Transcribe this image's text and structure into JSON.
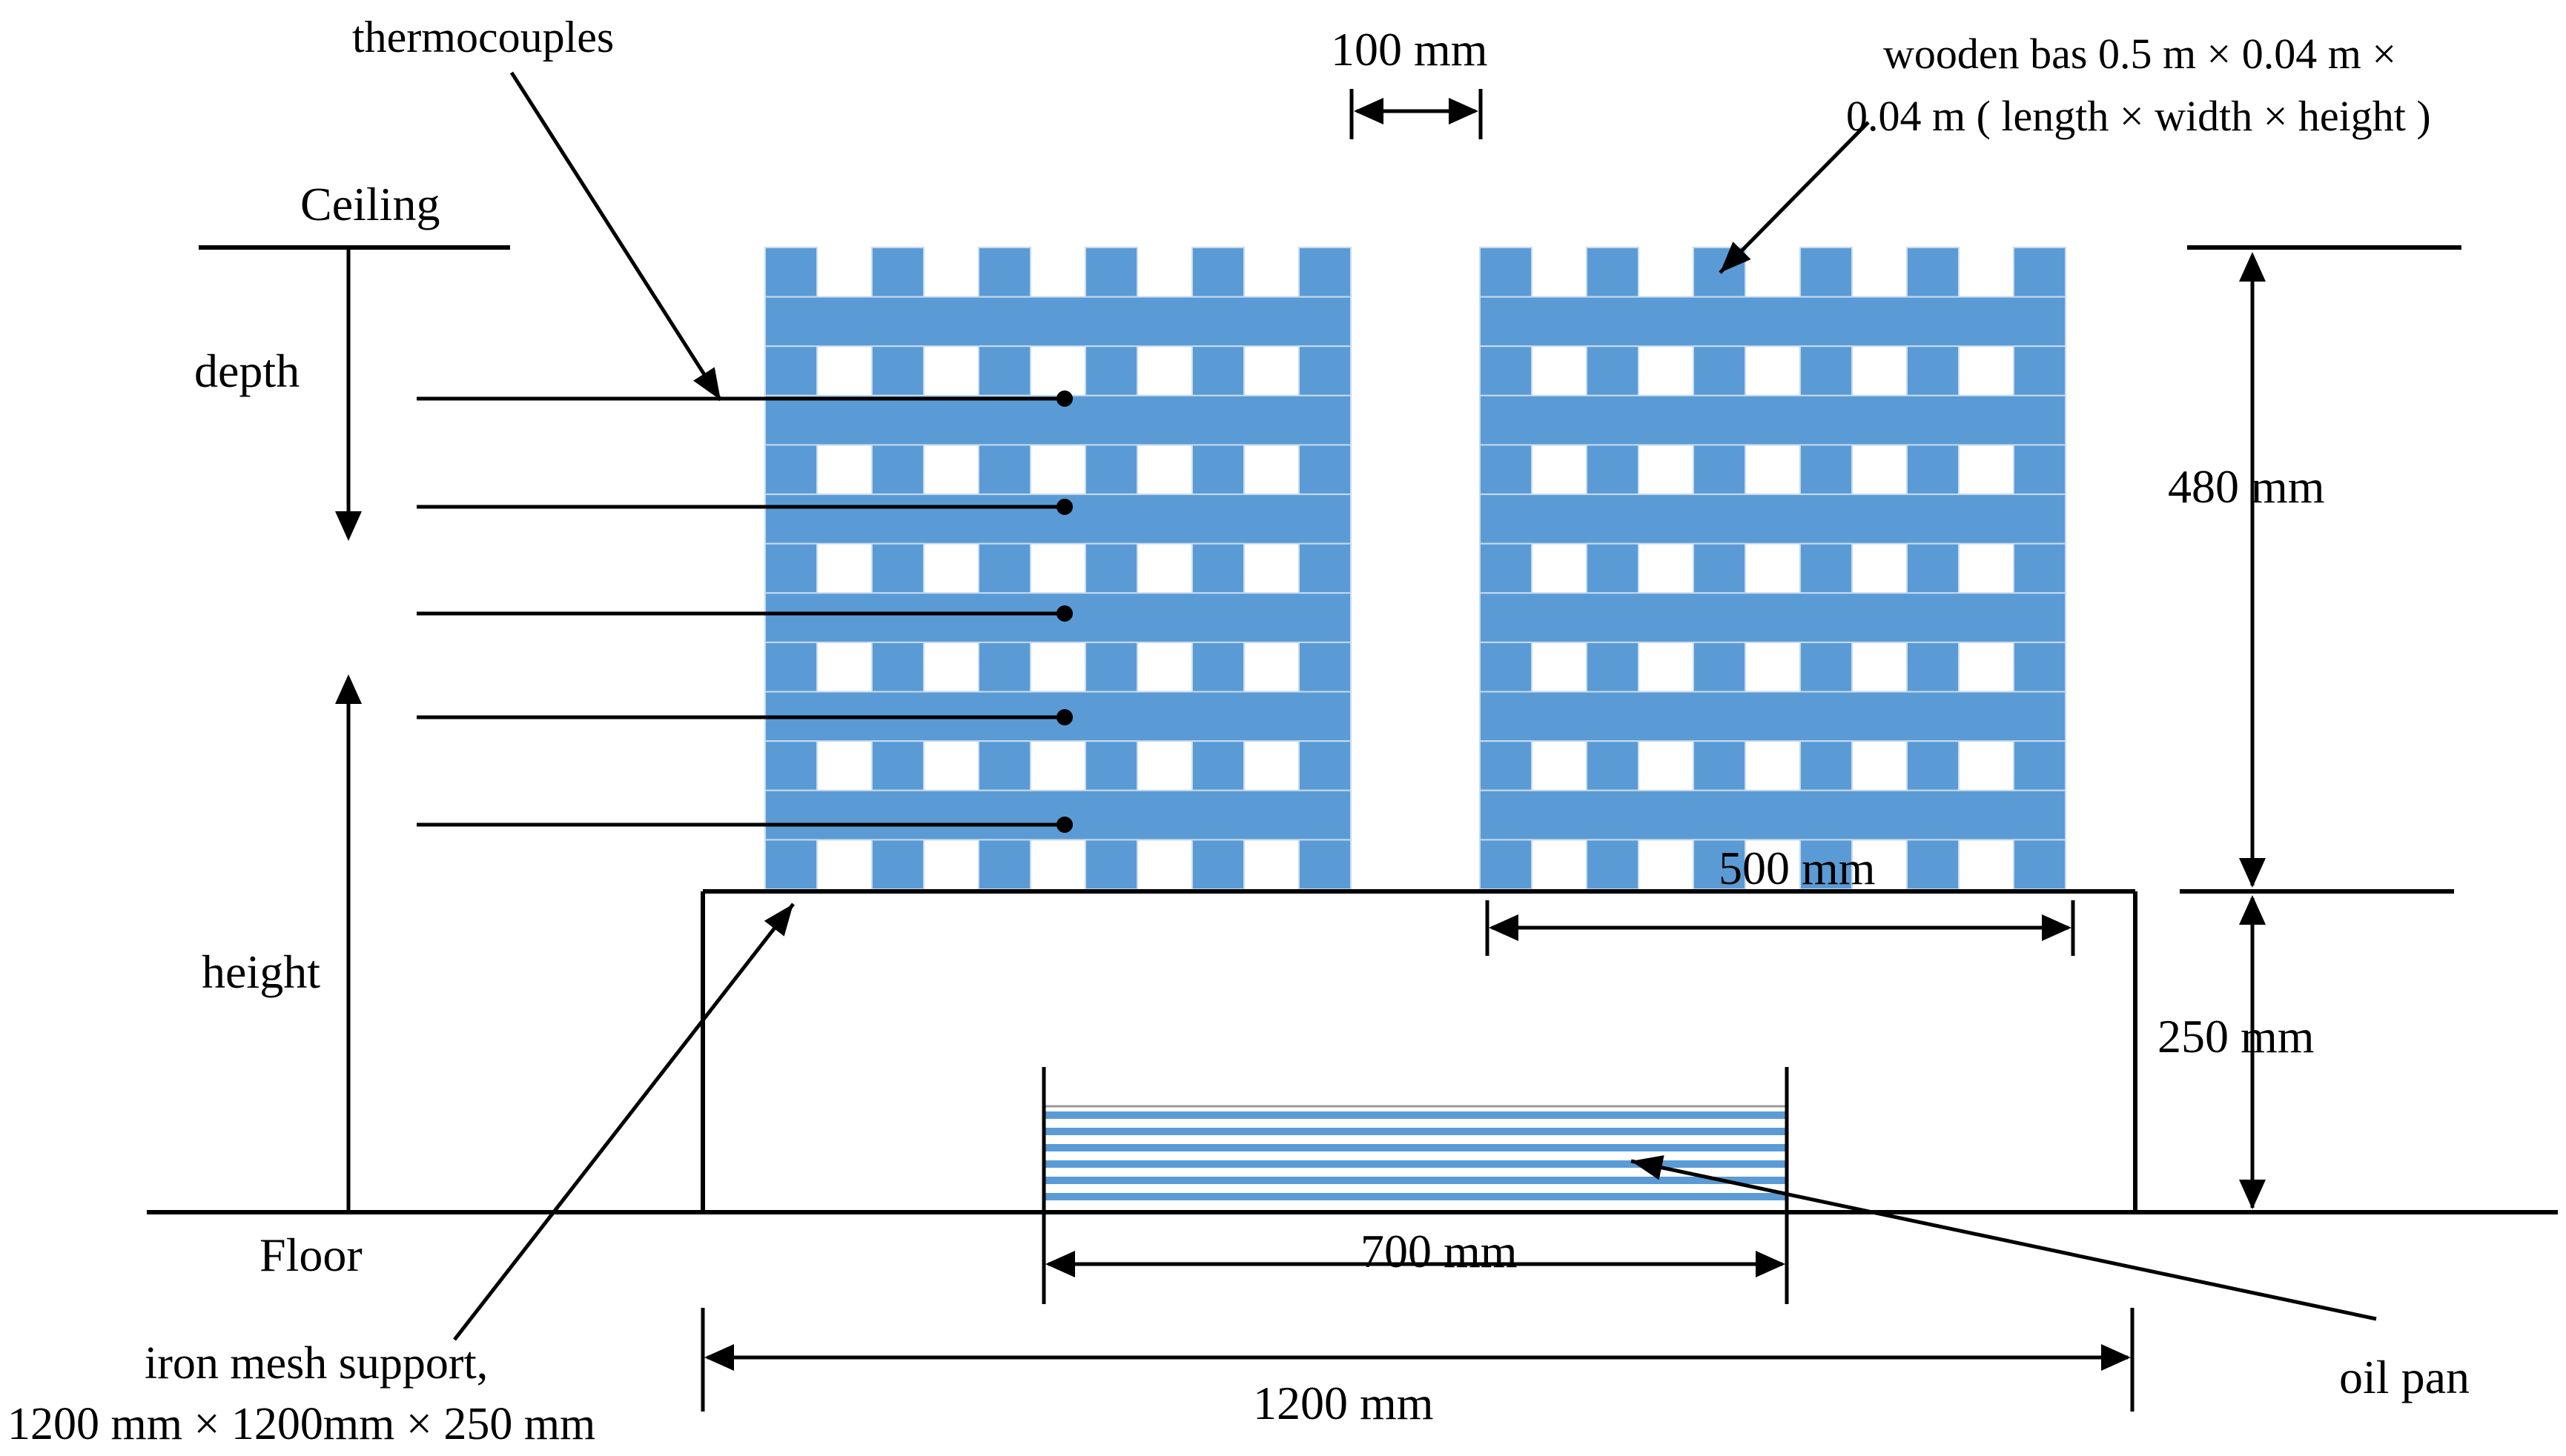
{
  "labels": {
    "thermocouples": "thermocouples",
    "ceiling": "Ceiling",
    "depth": "depth",
    "height": "height",
    "floor": "Floor",
    "gap": "100 mm",
    "wood_line1": "wooden bas 0.5 m × 0.04 m ×",
    "wood_line2": "0.04 m ( length × width × height )",
    "stack_height": "480  mm",
    "support_height": "250  mm",
    "crib_width": "500 mm",
    "pan_width": "700 mm",
    "total_width": "1200 mm",
    "mesh_line1": "iron mesh support,",
    "mesh_line2": "1200 mm × 1200mm × 250 mm",
    "oil_pan": "oil pan"
  },
  "colors": {
    "wood": "#5b9bd5",
    "line": "#000000"
  }
}
